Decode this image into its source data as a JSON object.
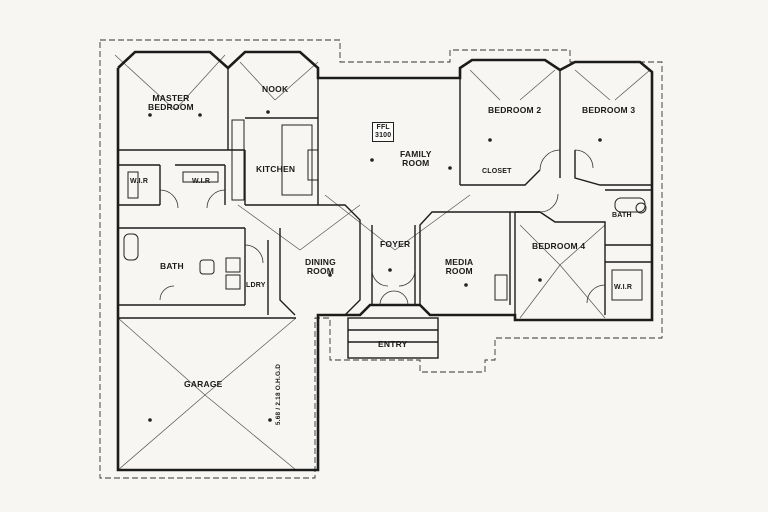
{
  "rooms": {
    "master_bedroom": "MASTER\nBEDROOM",
    "nook": "NOOK",
    "family_room": "FAMILY\nROOM",
    "bedroom_2": "BEDROOM 2",
    "bedroom_3": "BEDROOM 3",
    "kitchen": "KITCHEN",
    "wir_master": "W.I.R",
    "wir_master_2": "W.I.R",
    "bath_master": "BATH",
    "dining_room": "DINING\nROOM",
    "foyer": "FOYER",
    "media_room": "MEDIA\nROOM",
    "bedroom_4": "BEDROOM 4",
    "bath_2": "BATH",
    "wir_bed4": "W.I.R",
    "laundry": "LDRY",
    "closet": "CLOSET",
    "entry": "ENTRY",
    "garage": "GARAGE"
  },
  "notes": {
    "ffl": "FFL\n3100",
    "garage_door": "5.68 / 2.18 O.H.G.D"
  }
}
